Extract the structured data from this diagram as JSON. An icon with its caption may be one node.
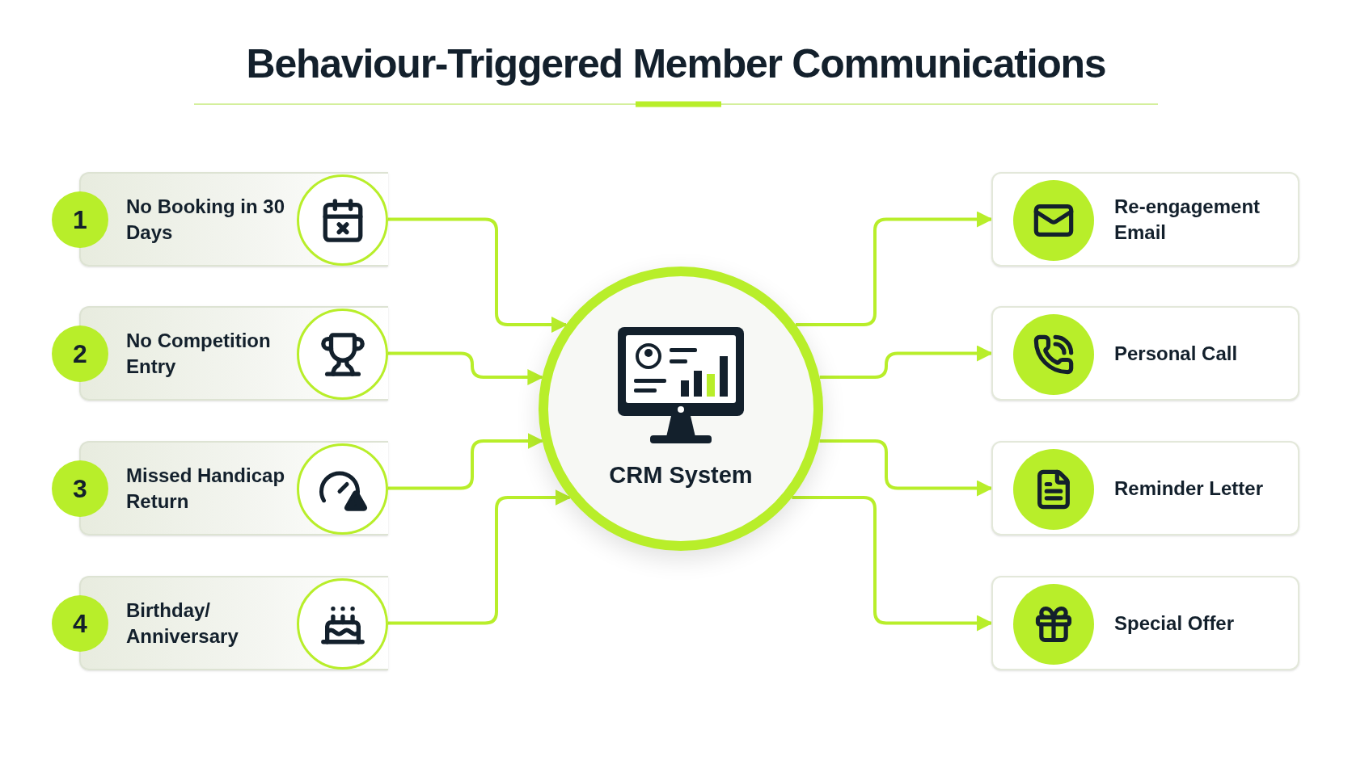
{
  "diagram": {
    "title": "Behaviour-Triggered Member Communications",
    "nodes": [
      {
        "text": [
          "1"
        ]
      },
      {
        "text": [
          "No Booking in 30 Days"
        ]
      },
      {
        "text": [
          "2"
        ]
      },
      {
        "text": [
          "No Competition Entry"
        ]
      },
      {
        "text": [
          "3"
        ]
      },
      {
        "text": [
          "Missed Handicap Return"
        ]
      },
      {
        "text": [
          "4"
        ]
      },
      {
        "text": [
          "Birthday/ Anniversary"
        ]
      },
      {
        "text": [
          "CRM System"
        ]
      },
      {
        "text": [
          "Re-engagement Email"
        ]
      },
      {
        "text": [
          "Personal Call"
        ]
      },
      {
        "text": [
          "Reminder Letter"
        ]
      },
      {
        "text": [
          "Special Offer"
        ]
      }
    ],
    "edges": [
      {
        "from": 1,
        "to": 8,
        "arrow": "to"
      },
      {
        "from": 3,
        "to": 8,
        "arrow": "to"
      },
      {
        "from": 5,
        "to": 8,
        "arrow": "to"
      },
      {
        "from": 7,
        "to": 8,
        "arrow": "to"
      },
      {
        "from": 8,
        "to": 9,
        "arrow": "to"
      },
      {
        "from": 8,
        "to": 10,
        "arrow": "to"
      },
      {
        "from": 8,
        "to": 11,
        "arrow": "to"
      },
      {
        "from": 8,
        "to": 12,
        "arrow": "to"
      }
    ]
  }
}
